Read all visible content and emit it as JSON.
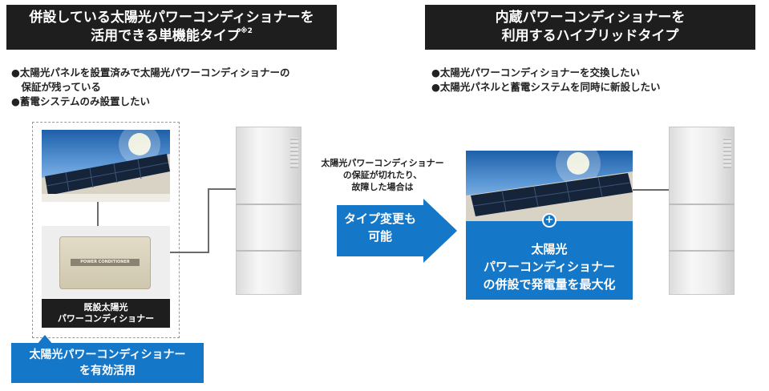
{
  "left": {
    "header_line1": "併設している太陽光パワーコンディショナーを",
    "header_line2": "活用できる単機能タイプ",
    "header_note": "※2",
    "bullets": [
      "●太陽光パネルを設置済みで太陽光パワーコンディショナーの",
      "　保証が残っている",
      "●蓄電システムのみ設置したい"
    ],
    "pcs_plate": "POWER CONDITIONER",
    "existing_label_line1": "既設太陽光",
    "existing_label_line2": "パワーコンディショナー",
    "callout_line1": "太陽光パワーコンディショナー",
    "callout_line2": "を有効活用"
  },
  "center": {
    "note_line1": "太陽光パワーコンディショナー",
    "note_line2": "の保証が切れたり、",
    "note_line3": "故障した場合は",
    "arrow_line1": "タイプ変更も",
    "arrow_line2": "可能"
  },
  "right": {
    "header_line1": "内蔵パワーコンディショナーを",
    "header_line2": "利用するハイブリッドタイプ",
    "bullets": [
      "●太陽光パワーコンディショナーを交換したい",
      "●太陽光パネルと蓄電システムを同時に新設したい"
    ],
    "plus_symbol": "+",
    "benefit_line1": "太陽光",
    "benefit_line2": "パワーコンディショナー",
    "benefit_line3": "の併設で発電量を最大化"
  },
  "colors": {
    "header_bg": "#1e1e1e",
    "accent_blue": "#1477c8",
    "line_gray": "#6b6b6b"
  }
}
